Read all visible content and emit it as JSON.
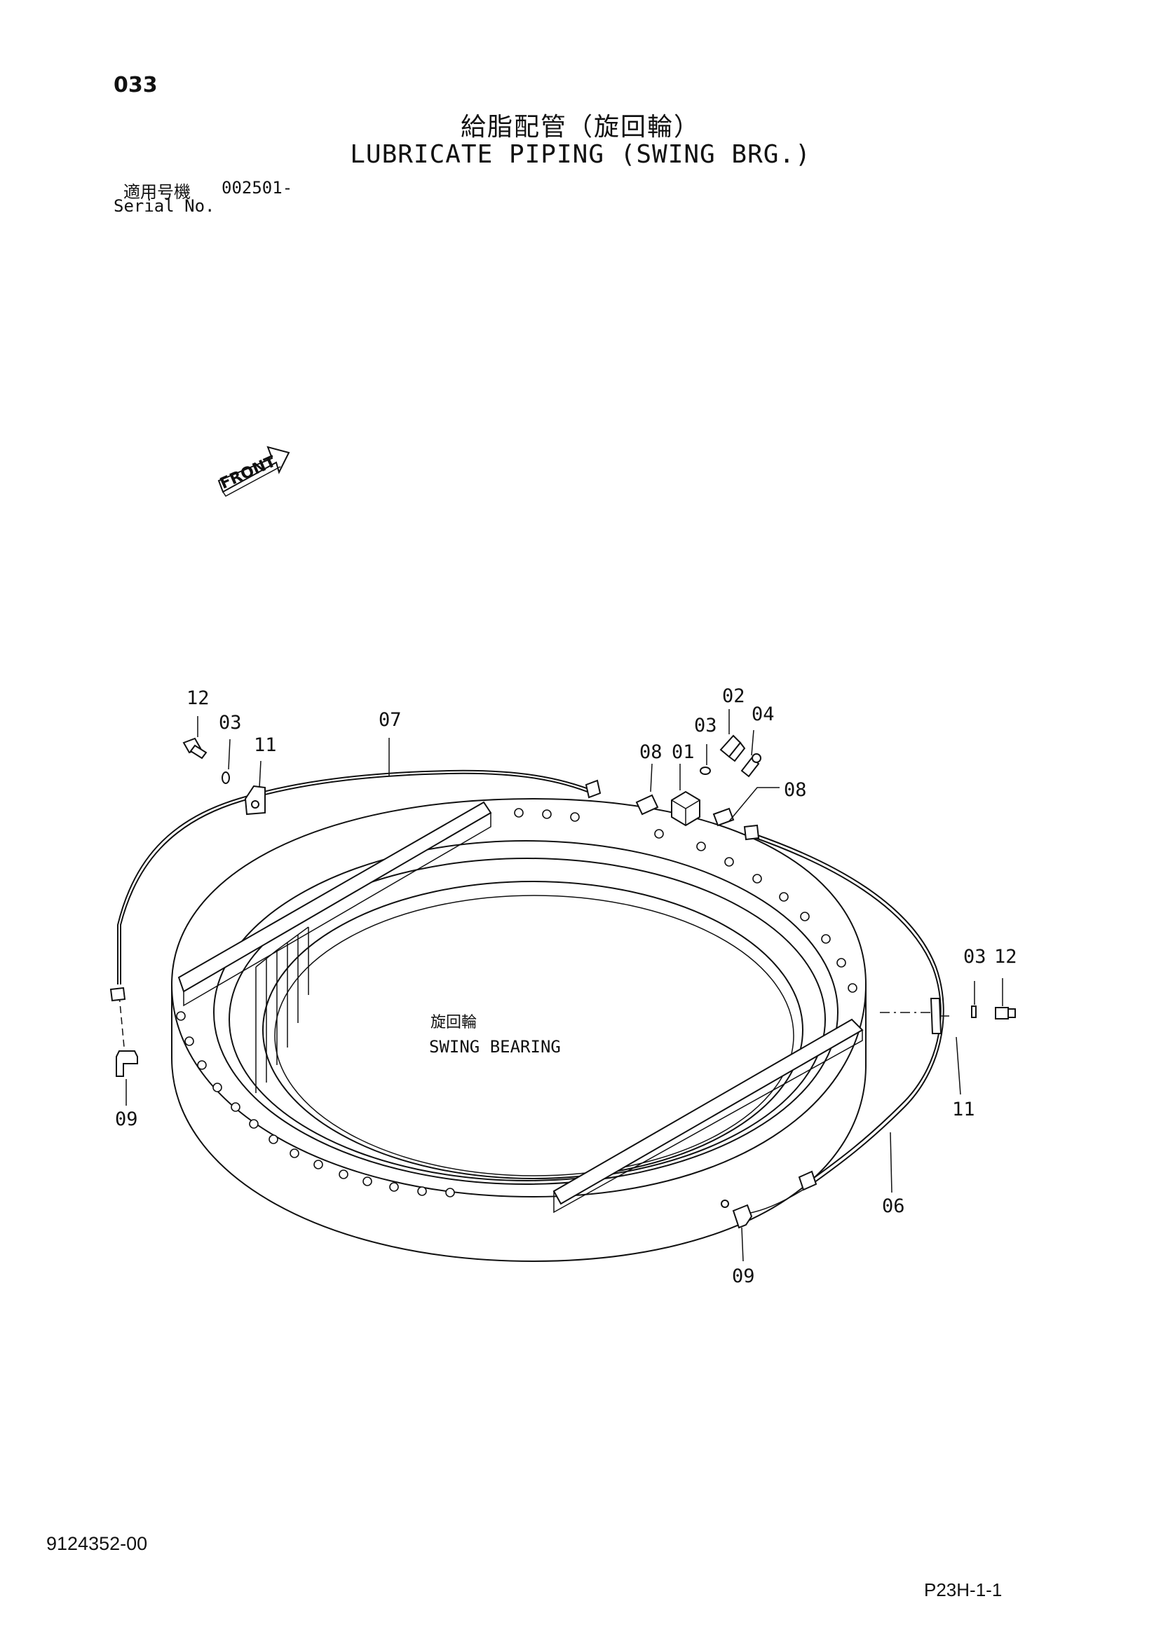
{
  "header": {
    "page_number": "033",
    "title_jp": "給脂配管（旋回輪）",
    "title_en": "LUBRICATE PIPING (SWING BRG.)",
    "serial_label_jp": "適用号機",
    "serial_value": "002501-",
    "serial_label_en": "Serial No."
  },
  "diagram": {
    "front_label": "FRONT",
    "bearing_label_jp": "旋回輪",
    "bearing_label_en": "SWING BEARING",
    "callouts": [
      "12",
      "03",
      "11",
      "07",
      "02",
      "04",
      "03",
      "08",
      "01",
      "08",
      "03",
      "12",
      "11",
      "06",
      "09",
      "09"
    ]
  },
  "footer": {
    "document_number": "9124352-00",
    "page_code": "P23H-1-1"
  }
}
